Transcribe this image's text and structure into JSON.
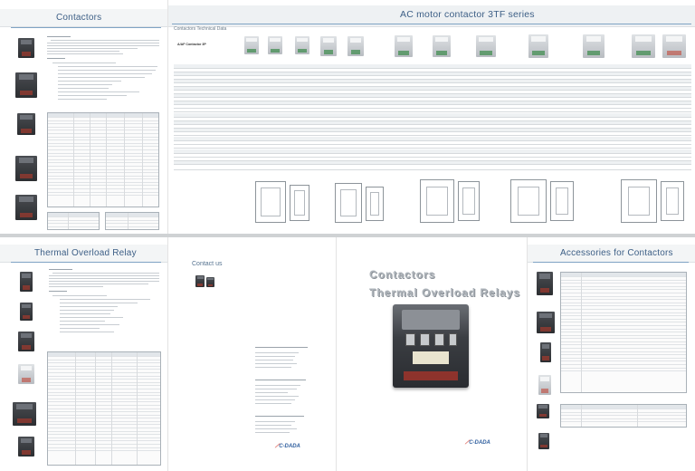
{
  "pages": {
    "contactors": {
      "title": "Contactors",
      "footer": "",
      "captions": [
        "",
        "",
        "",
        "",
        ""
      ]
    },
    "ac_motor": {
      "title": "AC motor contactor 3TF series",
      "subtitle": "Contactors Technical Data",
      "heading": "A/AF Contactor 3P",
      "footer": ""
    },
    "thermal": {
      "title": "Thermal Overload Relay",
      "footer": ""
    },
    "contact": {
      "title": "Contact us"
    },
    "cover": {
      "title_line1": "Contactors",
      "title_line2": "Thermal Overload Relays"
    },
    "accessories": {
      "title": "Accessories for Contactors",
      "footer": ""
    }
  },
  "companies": [
    {
      "name": "",
      "lines": ""
    },
    {
      "name": "",
      "lines": ""
    },
    {
      "name": "",
      "lines": ""
    }
  ],
  "logo": {
    "brand": "C-DADA",
    "tagline": ""
  },
  "colors": {
    "accent": "#3d5f86",
    "brand_red": "#d23a2e",
    "brand_blue": "#2e5e9e"
  }
}
